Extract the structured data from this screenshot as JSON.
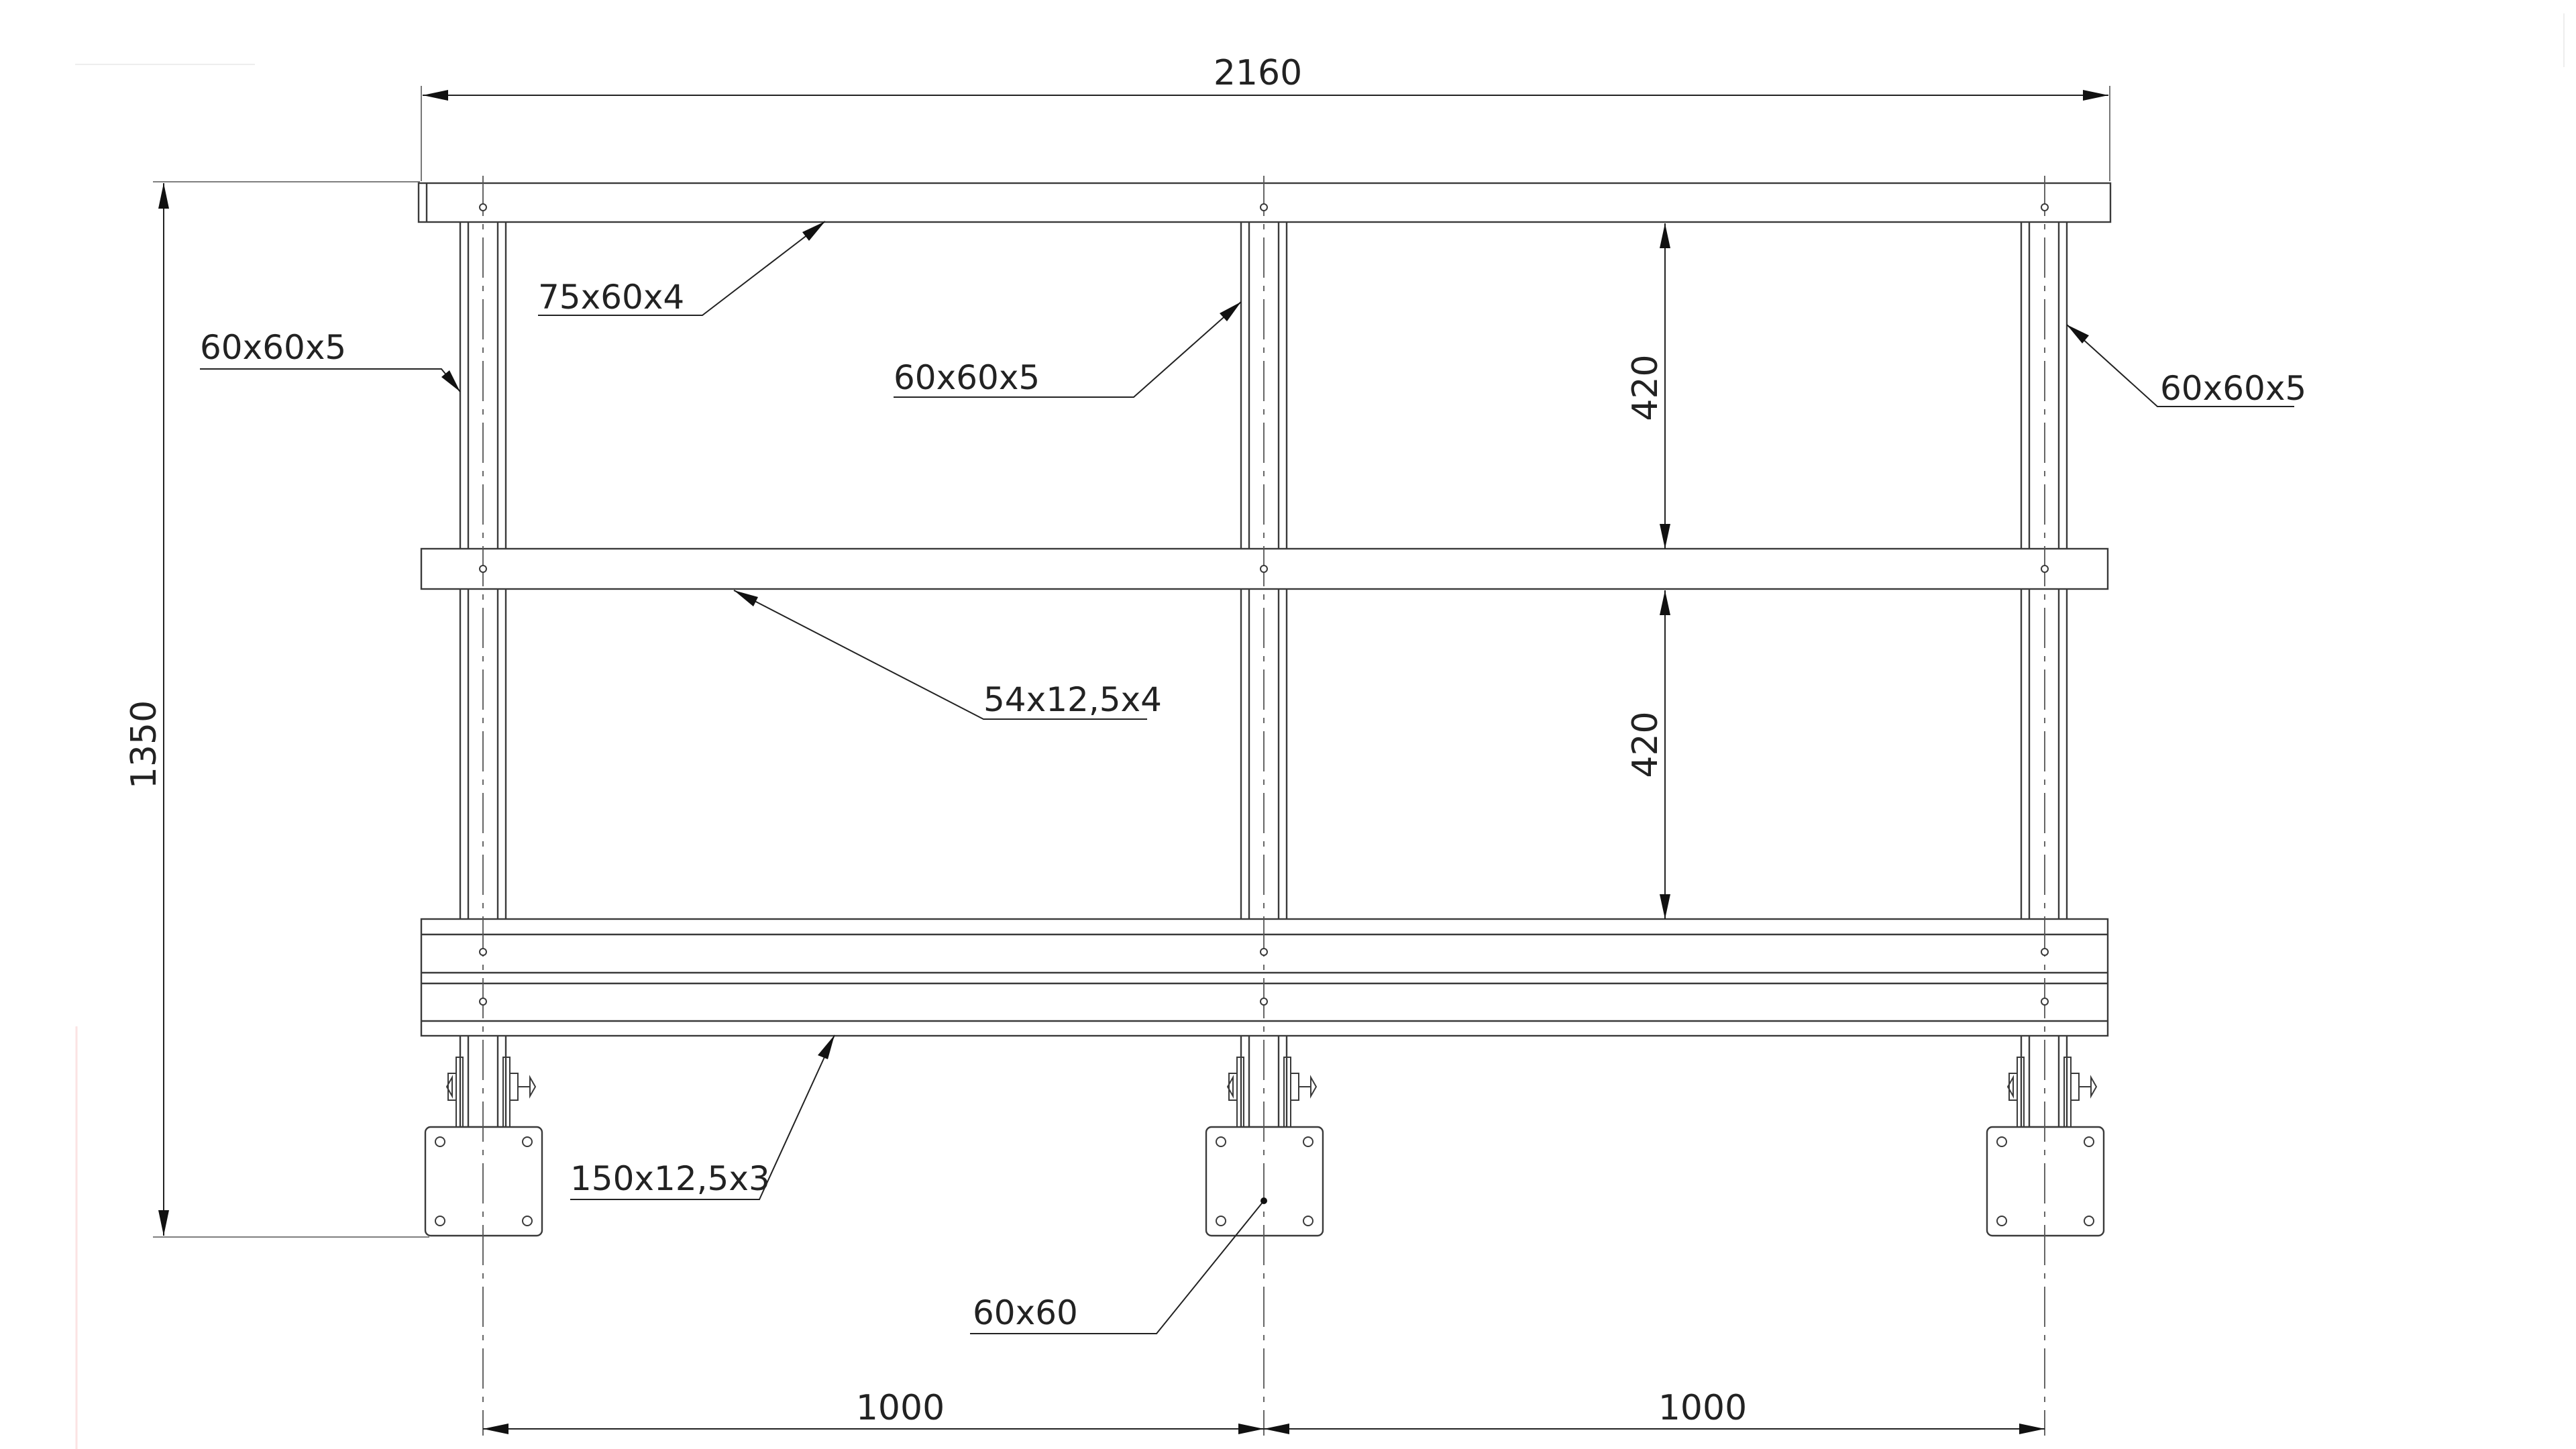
{
  "dimensions": {
    "overall_width": "2160",
    "overall_height": "1350",
    "rail_spacing_upper": "420",
    "rail_spacing_lower": "420",
    "post_spacing_left": "1000",
    "post_spacing_right": "1000"
  },
  "labels": {
    "top_rail": "75x60x4",
    "left_post": "60x60x5",
    "middle_post": "60x60x5",
    "right_post": "60x60x5",
    "middle_rail": "54x12,5x4",
    "toe_board": "150x12,5x3",
    "base_plate": "60x60"
  },
  "colors": {
    "line": "#3a3a3a",
    "background": "#ffffff"
  }
}
